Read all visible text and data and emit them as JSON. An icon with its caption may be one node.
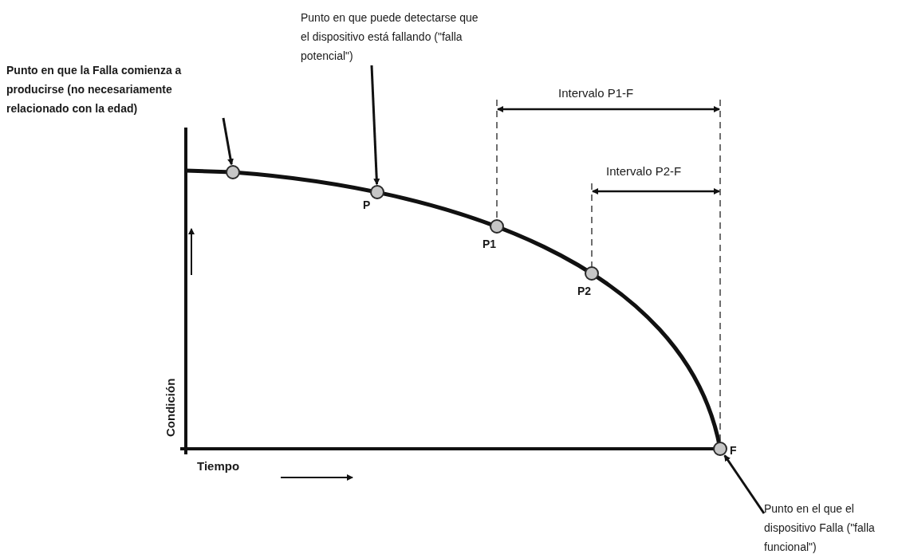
{
  "diagram": {
    "nodes": [
      {
        "text": [
          "Punto en que la Falla comienza a producirse (no necesariamente relacionado con la edad)"
        ]
      },
      {
        "text": [],
        "shape": "circle"
      },
      {
        "text": [
          "Punto en que puede detectarse que el dispositivo está fallando (\"falla potencial\")"
        ]
      },
      {
        "text": [],
        "shape": "circle",
        "beside": [
          "P"
        ]
      },
      {
        "text": [],
        "shape": "circle",
        "beside": [
          "P1"
        ]
      },
      {
        "text": [],
        "shape": "circle",
        "beside": [
          "P2"
        ]
      },
      {
        "text": [],
        "shape": "circle",
        "beside": [
          "F"
        ]
      },
      {
        "text": [
          "Punto en el que el dispositivo Falla (\"falla funcional\")"
        ]
      }
    ],
    "edges": [
      {
        "from": 0,
        "to": 1,
        "arrow": "to"
      },
      {
        "from": 2,
        "to": 3,
        "arrow": "to"
      },
      {
        "from": 7,
        "to": 6,
        "arrow": "to"
      }
    ],
    "labels": [
      "Intervalo P1-F",
      "Intervalo P2-F",
      "Condición",
      "Tiempo"
    ]
  }
}
